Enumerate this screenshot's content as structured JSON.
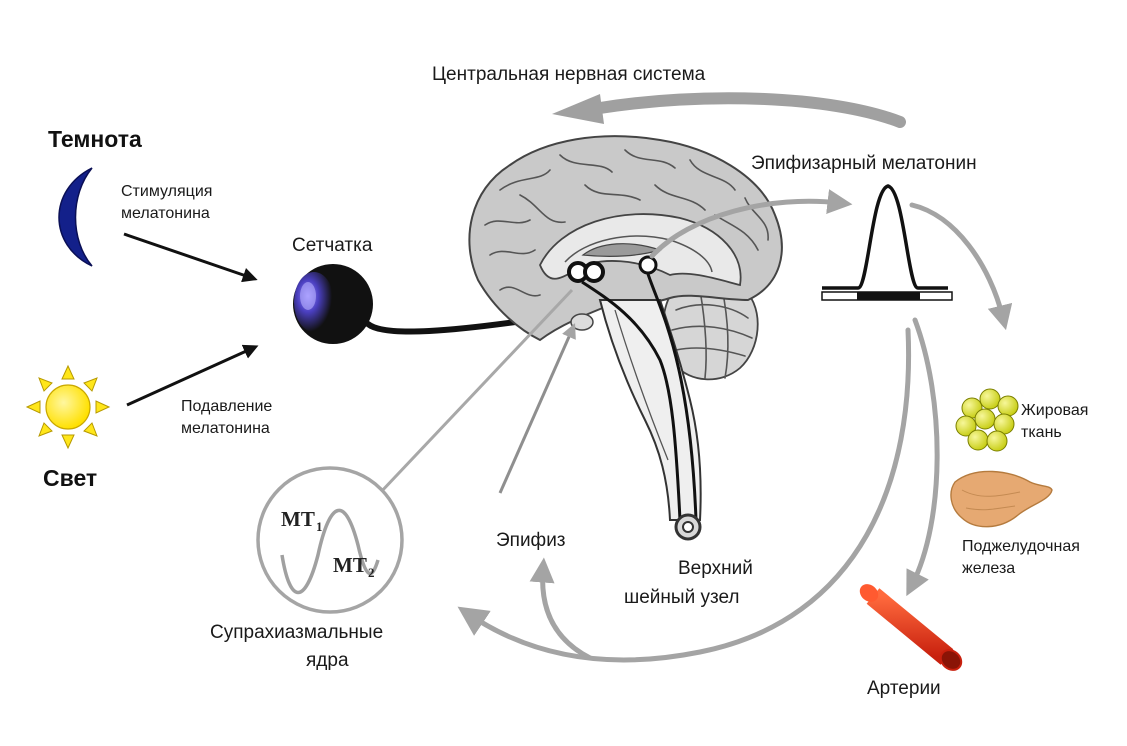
{
  "labels": {
    "cns": "Центральная нервная система",
    "darkness": "Темнота",
    "light": "Свет",
    "stim_line1": "Стимуляция",
    "stim_line2": "мелатонина",
    "supp_line1": "Подавление",
    "supp_line2": "мелатонина",
    "retina": "Сетчатка",
    "pineal_melatonin": "Эпифизарный мелатонин",
    "fat_line1": "Жировая",
    "fat_line2": "ткань",
    "pancreas_line1": "Поджелудочная",
    "pancreas_line2": "железа",
    "arteries": "Артерии",
    "pineal": "Эпифиз",
    "ganglion_line1": "Верхний",
    "ganglion_line2": "шейный узел",
    "scn_line1": "Супрахиазмальные",
    "scn_line2": "ядра",
    "mt1": "MT",
    "mt1_sub": "1",
    "mt2": "MT",
    "mt2_sub": "2"
  },
  "icons": [
    "moon-icon",
    "sun-icon",
    "eye-icon",
    "brain-illustration",
    "melatonin-peak-chart",
    "fat-cells-icon",
    "pancreas-icon",
    "artery-icon",
    "receptor-wave-icon"
  ],
  "colors": {
    "moon": "#13208a",
    "sun": "#ffe61a",
    "arrow_gray": "#a4a4a4",
    "artery": "#e4321b",
    "fat": "#d9e22a",
    "pancreas": "#e6a972",
    "brain": "#c9c9c9"
  }
}
